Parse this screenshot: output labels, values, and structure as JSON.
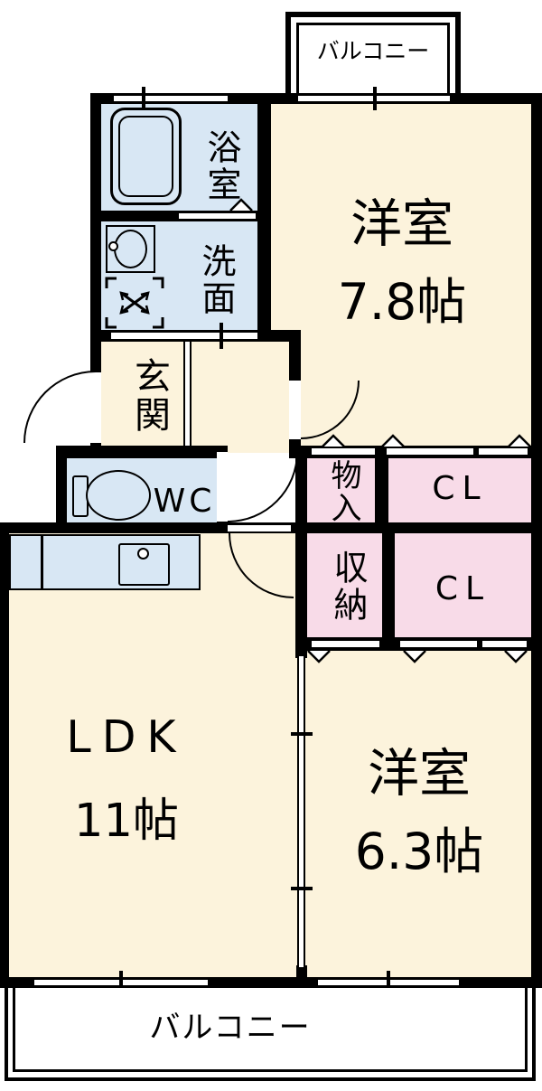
{
  "palette": {
    "room_cream": "#FCF3DC",
    "room_blue": "#D8E7F4",
    "room_pink": "#F8DBE8",
    "wall": "#000000"
  },
  "balcony_top": {
    "label": "バルコニー"
  },
  "balcony_bottom": {
    "label": "バルコニー"
  },
  "rooms": {
    "bath": {
      "label": "浴室"
    },
    "washroom": {
      "label": "洗面"
    },
    "entrance": {
      "label": "玄関"
    },
    "wc": {
      "label": "WC"
    },
    "storage_small": {
      "label": "物入"
    },
    "storage": {
      "label": "収納"
    },
    "closet_upper": {
      "label": "CL"
    },
    "closet_lower": {
      "label": "CL"
    },
    "western_room_1": {
      "label": "洋室",
      "size": "7.8帖"
    },
    "ldk": {
      "label": "LDK",
      "size": "11帖"
    },
    "western_room_2": {
      "label": "洋室",
      "size": "6.3帖"
    }
  }
}
